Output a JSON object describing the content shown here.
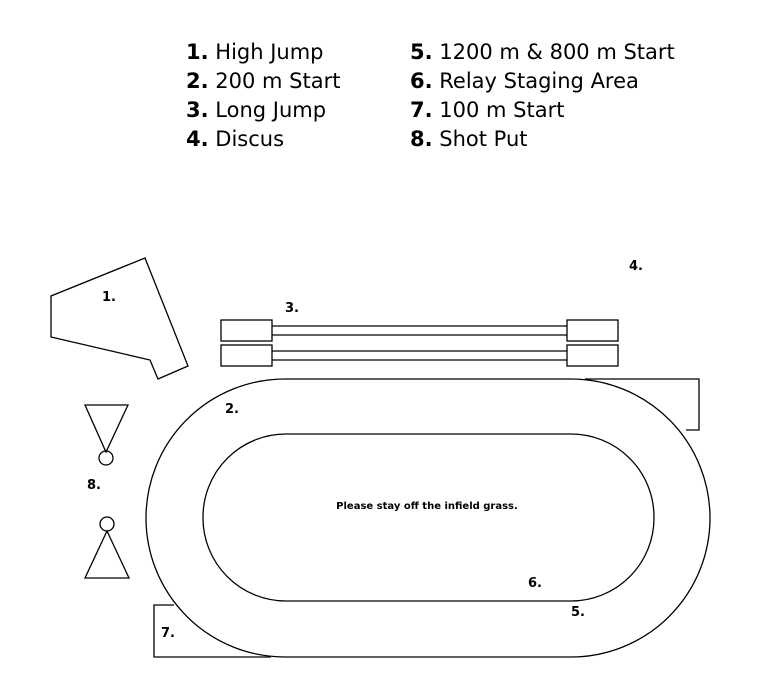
{
  "legend": {
    "left": [
      {
        "num": "1.",
        "label": "High Jump"
      },
      {
        "num": "2.",
        "label": "200 m Start"
      },
      {
        "num": "3.",
        "label": "Long Jump"
      },
      {
        "num": "4.",
        "label": "Discus"
      }
    ],
    "right": [
      {
        "num": "5.",
        "label": "1200 m & 800 m Start"
      },
      {
        "num": "6.",
        "label": "Relay Staging Area"
      },
      {
        "num": "7.",
        "label": "100 m Start"
      },
      {
        "num": "8.",
        "label": "Shot Put"
      }
    ]
  },
  "markers": {
    "m1": "1.",
    "m2": "2.",
    "m3": "3.",
    "m4": "4.",
    "m5": "5.",
    "m6": "6.",
    "m7": "7.",
    "m8": "8."
  },
  "infield_note": "Please stay off the infield grass.",
  "colors": {
    "ink": "#000000",
    "background": "#ffffff"
  }
}
